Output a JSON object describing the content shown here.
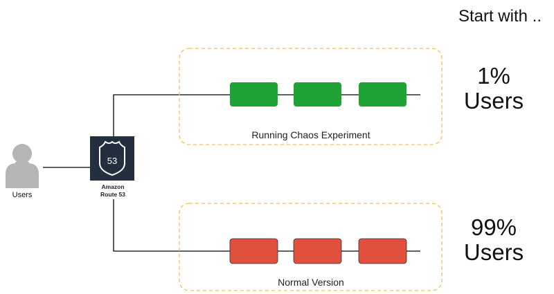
{
  "header": {
    "title": "Start with .."
  },
  "users": {
    "label": "Users"
  },
  "route53": {
    "line1": "Amazon",
    "line2": "Route 53",
    "badge": "53",
    "icon": "route53-shield-icon"
  },
  "top_group": {
    "label": "Running Chaos Experiment",
    "percent": "1%",
    "percent_unit": "Users",
    "box_color": "#1fa336"
  },
  "bottom_group": {
    "label": "Normal Version",
    "percent": "99%",
    "percent_unit": "Users",
    "box_color": "#e0503d"
  },
  "colors": {
    "dashed_border": "#f2c14e",
    "route53_bg": "#232f3e",
    "user_icon": "#b5b5b5",
    "line": "#000000"
  }
}
